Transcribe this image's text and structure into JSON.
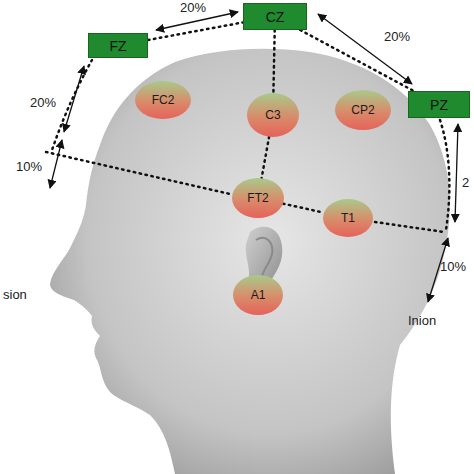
{
  "diagram": {
    "nodes": [
      {
        "text": [
          "FZ"
        ]
      },
      {
        "text": [
          "CZ"
        ]
      },
      {
        "text": [
          "PZ"
        ]
      },
      {
        "text": [
          "FC2"
        ]
      },
      {
        "text": [
          "C3"
        ]
      },
      {
        "text": [
          "CP2"
        ]
      },
      {
        "text": [
          "FT2"
        ]
      },
      {
        "text": [
          "T1"
        ]
      },
      {
        "text": [
          "A1"
        ]
      }
    ],
    "edges": [
      {
        "from": 0,
        "to": 1,
        "arrow": "none"
      },
      {
        "from": 1,
        "to": 2,
        "arrow": "none"
      },
      {
        "from": 1,
        "to": 4,
        "arrow": "none"
      },
      {
        "from": 4,
        "to": 6,
        "arrow": "none"
      },
      {
        "from": 6,
        "to": 7,
        "arrow": "none"
      }
    ],
    "labels": [
      "20%",
      "20%",
      "20%",
      "10%",
      "2",
      "10%",
      "sion",
      "Inion"
    ]
  }
}
